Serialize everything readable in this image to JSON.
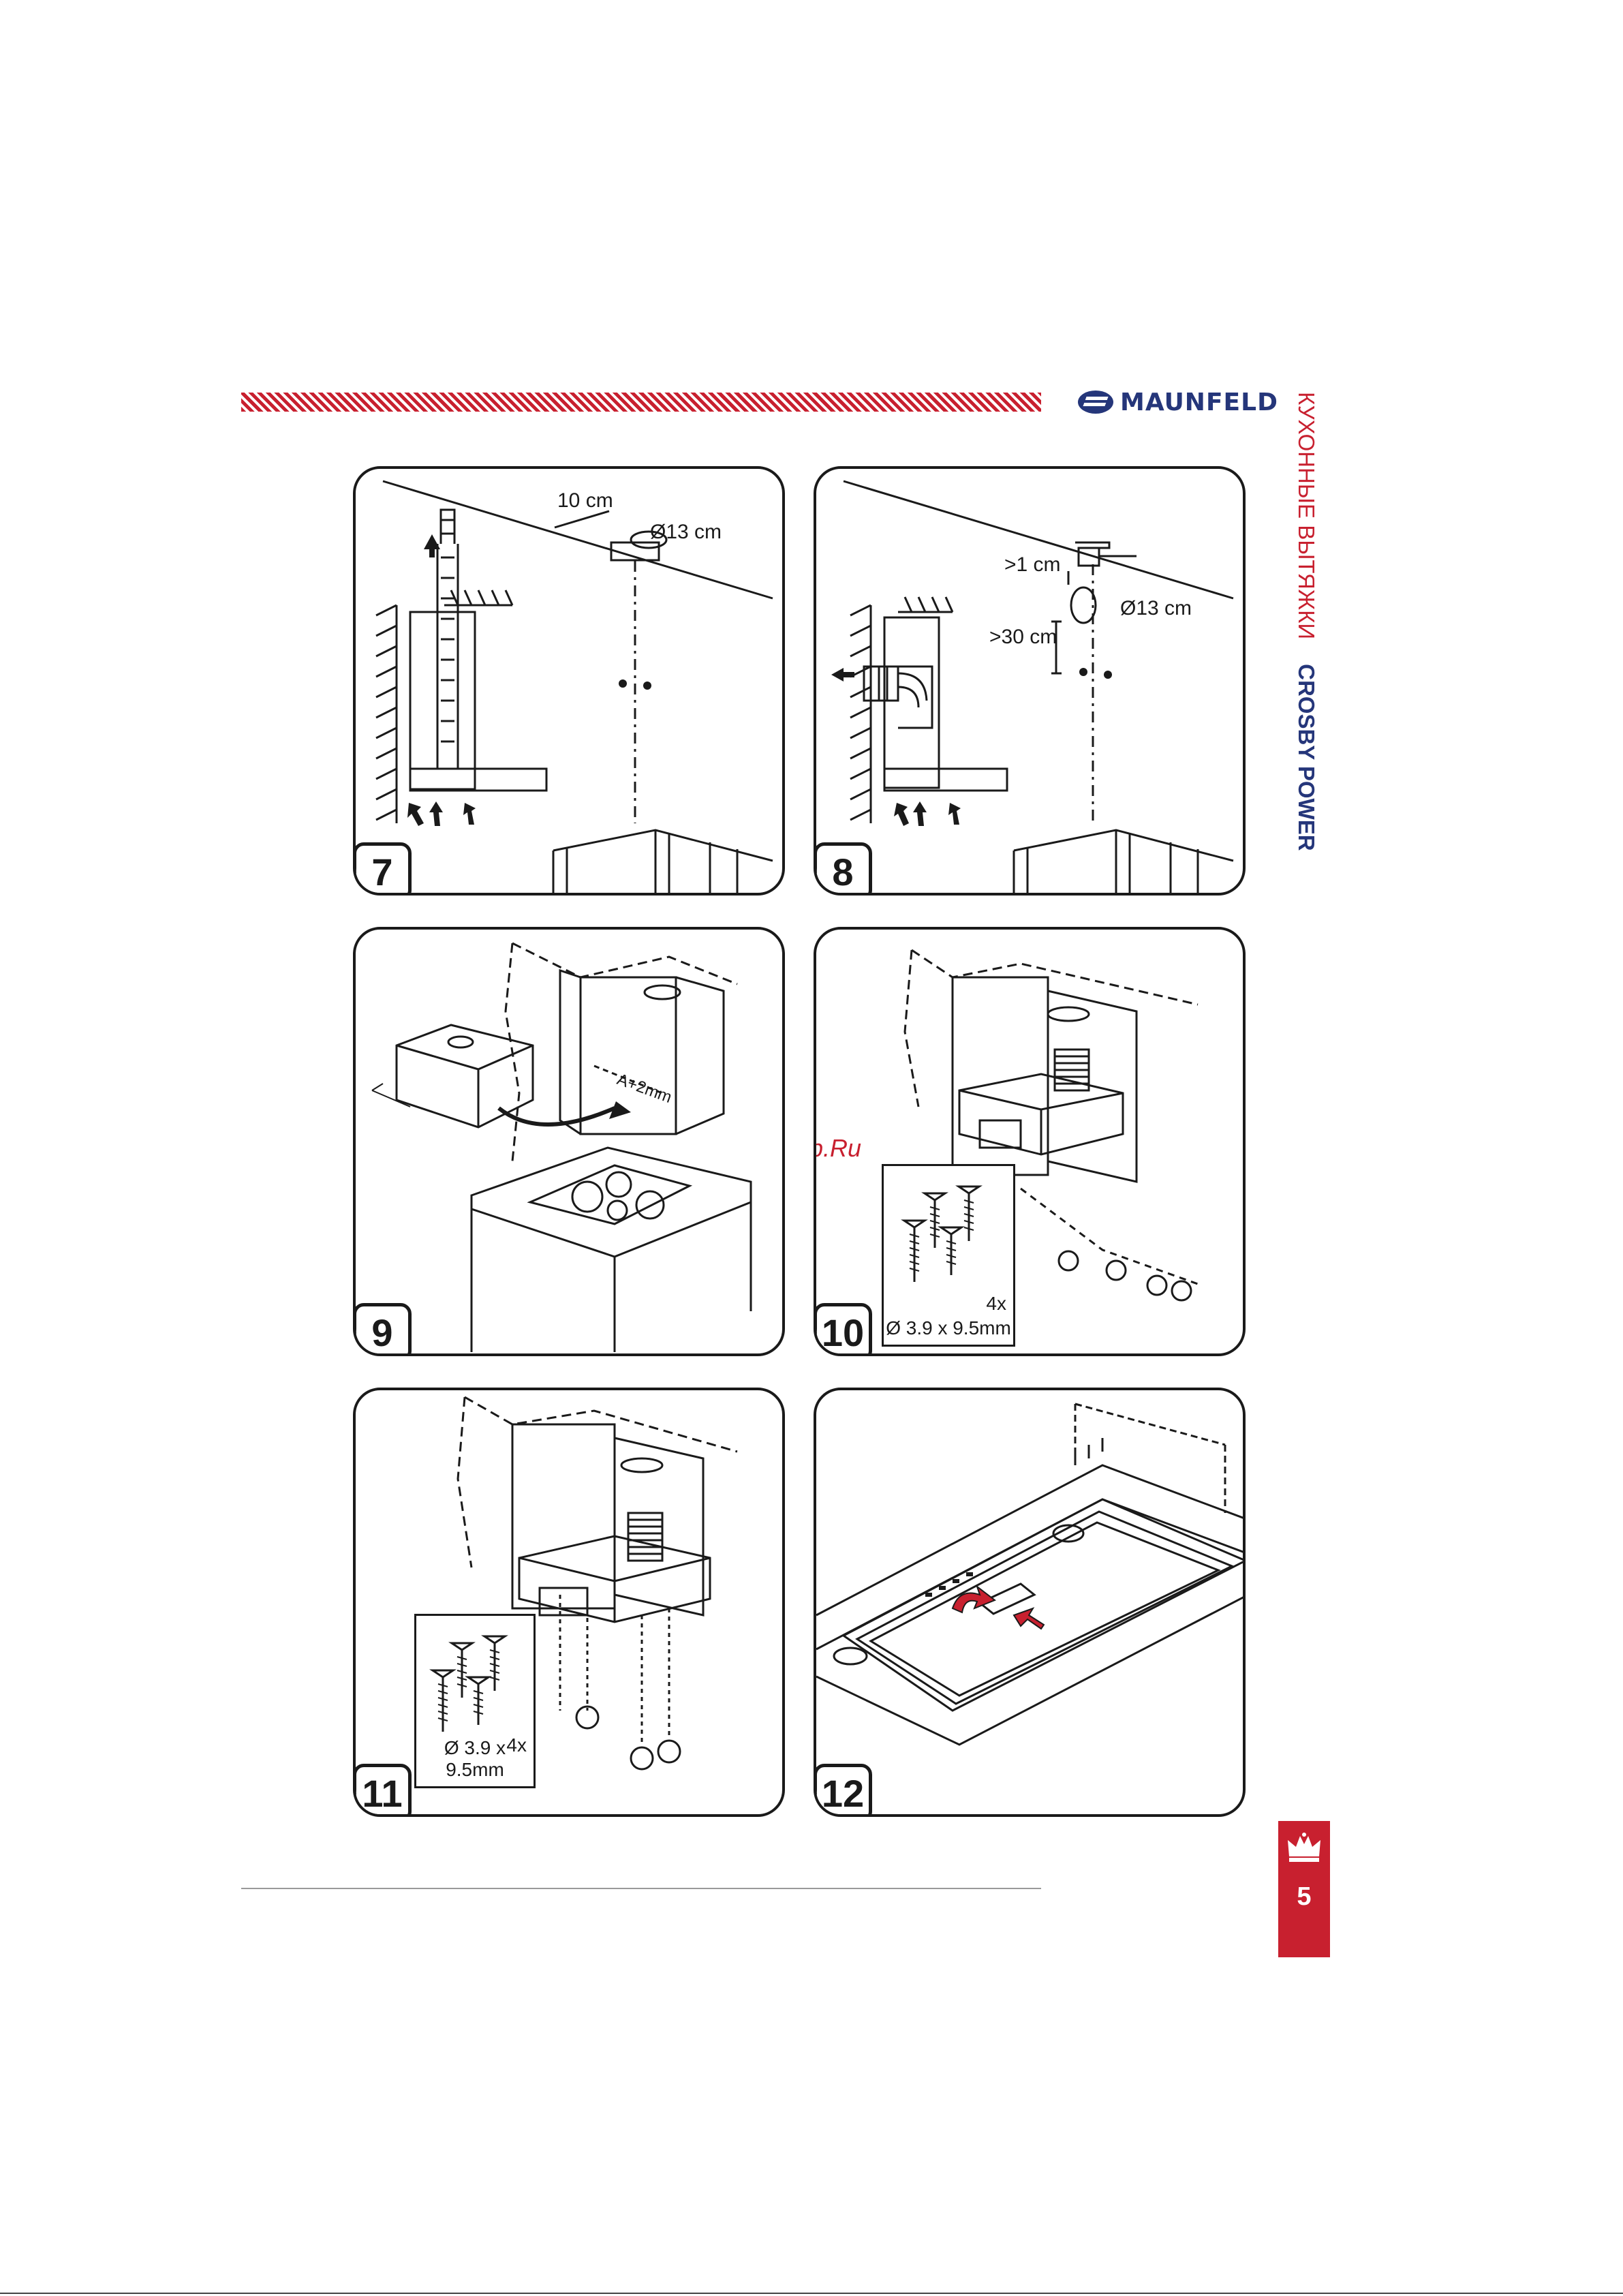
{
  "header": {
    "brand": "MAUNFELD",
    "category": "КУХОННЫЕ ВЫТЯЖКИ",
    "model": "CROSBY POWER",
    "colors": {
      "accent_red": "#c8202f",
      "brand_blue": "#25367a"
    }
  },
  "panels": [
    {
      "step": "7",
      "labels": {
        "distance": "10 cm",
        "diameter": "Ø13 cm"
      }
    },
    {
      "step": "8",
      "labels": {
        "gap_top": ">1 cm",
        "diameter": "Ø13 cm",
        "gap_bottom": ">30 cm"
      }
    },
    {
      "step": "9",
      "labels": {
        "cutout": "A+2mm"
      }
    },
    {
      "step": "10",
      "screws": {
        "qty": "4x",
        "size": "Ø 3.9 x 9.5mm"
      }
    },
    {
      "step": "11",
      "screws": {
        "qty": "4x",
        "size": "Ø 3.9 x 9.5mm"
      }
    },
    {
      "step": "12"
    }
  ],
  "watermark": "McGrp.Ru",
  "footer": {
    "page_number": "5",
    "page_icon": "crown-icon"
  }
}
